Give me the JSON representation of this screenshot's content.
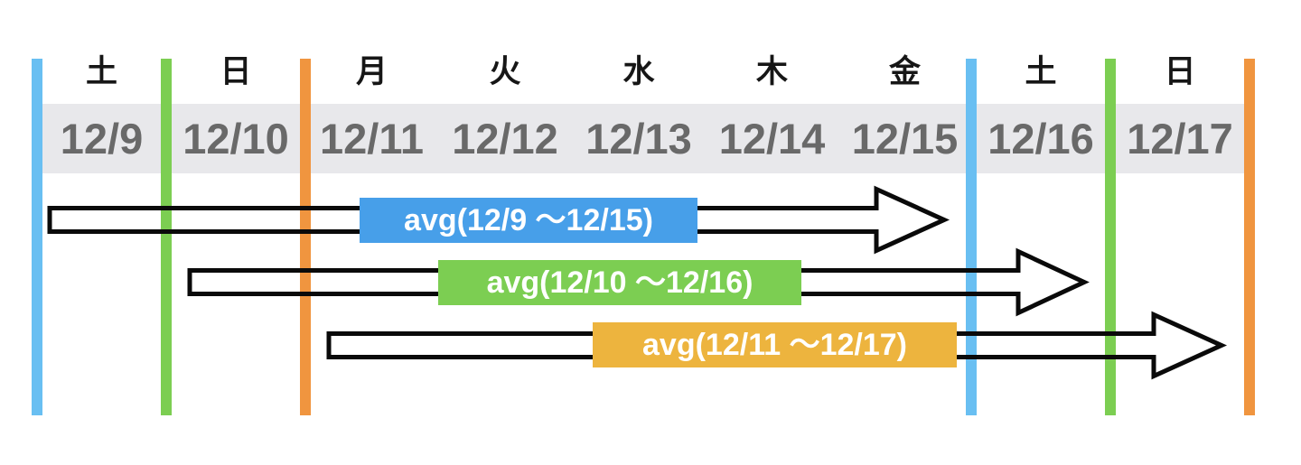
{
  "colors": {
    "bar_blue": "#69BFF2",
    "bar_green": "#7CCE52",
    "bar_orange": "#F0953F",
    "label_blue": "#479FE9",
    "label_green": "#7CCE52",
    "label_yellow": "#EDB43E",
    "band_gray": "#E8E8EB",
    "weekday_text": "#161616",
    "date_text": "#696969",
    "arrow_outline": "#0A0A0A"
  },
  "calendar": {
    "days": [
      {
        "weekday": "土",
        "date": "12/9"
      },
      {
        "weekday": "日",
        "date": "12/10"
      },
      {
        "weekday": "月",
        "date": "12/11"
      },
      {
        "weekday": "火",
        "date": "12/12"
      },
      {
        "weekday": "水",
        "date": "12/13"
      },
      {
        "weekday": "木",
        "date": "12/14"
      },
      {
        "weekday": "金",
        "date": "12/15"
      },
      {
        "weekday": "土",
        "date": "12/16"
      },
      {
        "weekday": "日",
        "date": "12/17"
      }
    ]
  },
  "week_markers": {
    "bar_colors": [
      "#69BFF2",
      "#7CCE52",
      "#F0953F",
      "#69BFF2",
      "#7CCE52",
      "#F0953F"
    ]
  },
  "arrows": [
    {
      "label": "avg(12/9 ～12/15)",
      "color": "#479FE9"
    },
    {
      "label": "avg(12/10 ～12/16)",
      "color": "#7CCE52"
    },
    {
      "label": "avg(12/11 ～12/17)",
      "color": "#EDB43E"
    }
  ]
}
